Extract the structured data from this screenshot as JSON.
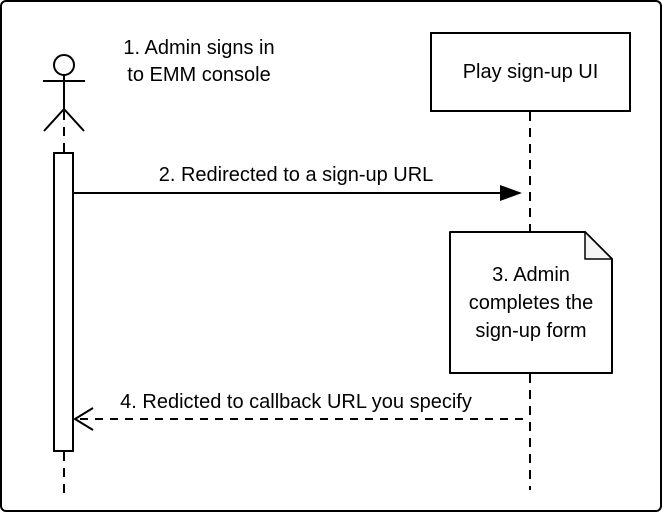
{
  "diagram": {
    "kind": "uml-sequence",
    "participant_box": {
      "label": "Play sign-up UI"
    },
    "annotations": {
      "step1": "1. Admin signs in\nto EMM console",
      "step3_note": "3. Admin\ncompletes the\nsign-up form"
    },
    "messages": [
      {
        "id": "2",
        "label": "2. Redirected to a sign-up URL",
        "style": "solid",
        "arrowhead": "filled",
        "direction": "left-to-right"
      },
      {
        "id": "4",
        "label": "4. Redicted to callback URL you specify",
        "style": "dashed",
        "arrowhead": "open",
        "direction": "right-to-left"
      }
    ],
    "colors": {
      "stroke": "#000000",
      "fill": "#ffffff",
      "note_fold": "#f5f5f5"
    }
  }
}
